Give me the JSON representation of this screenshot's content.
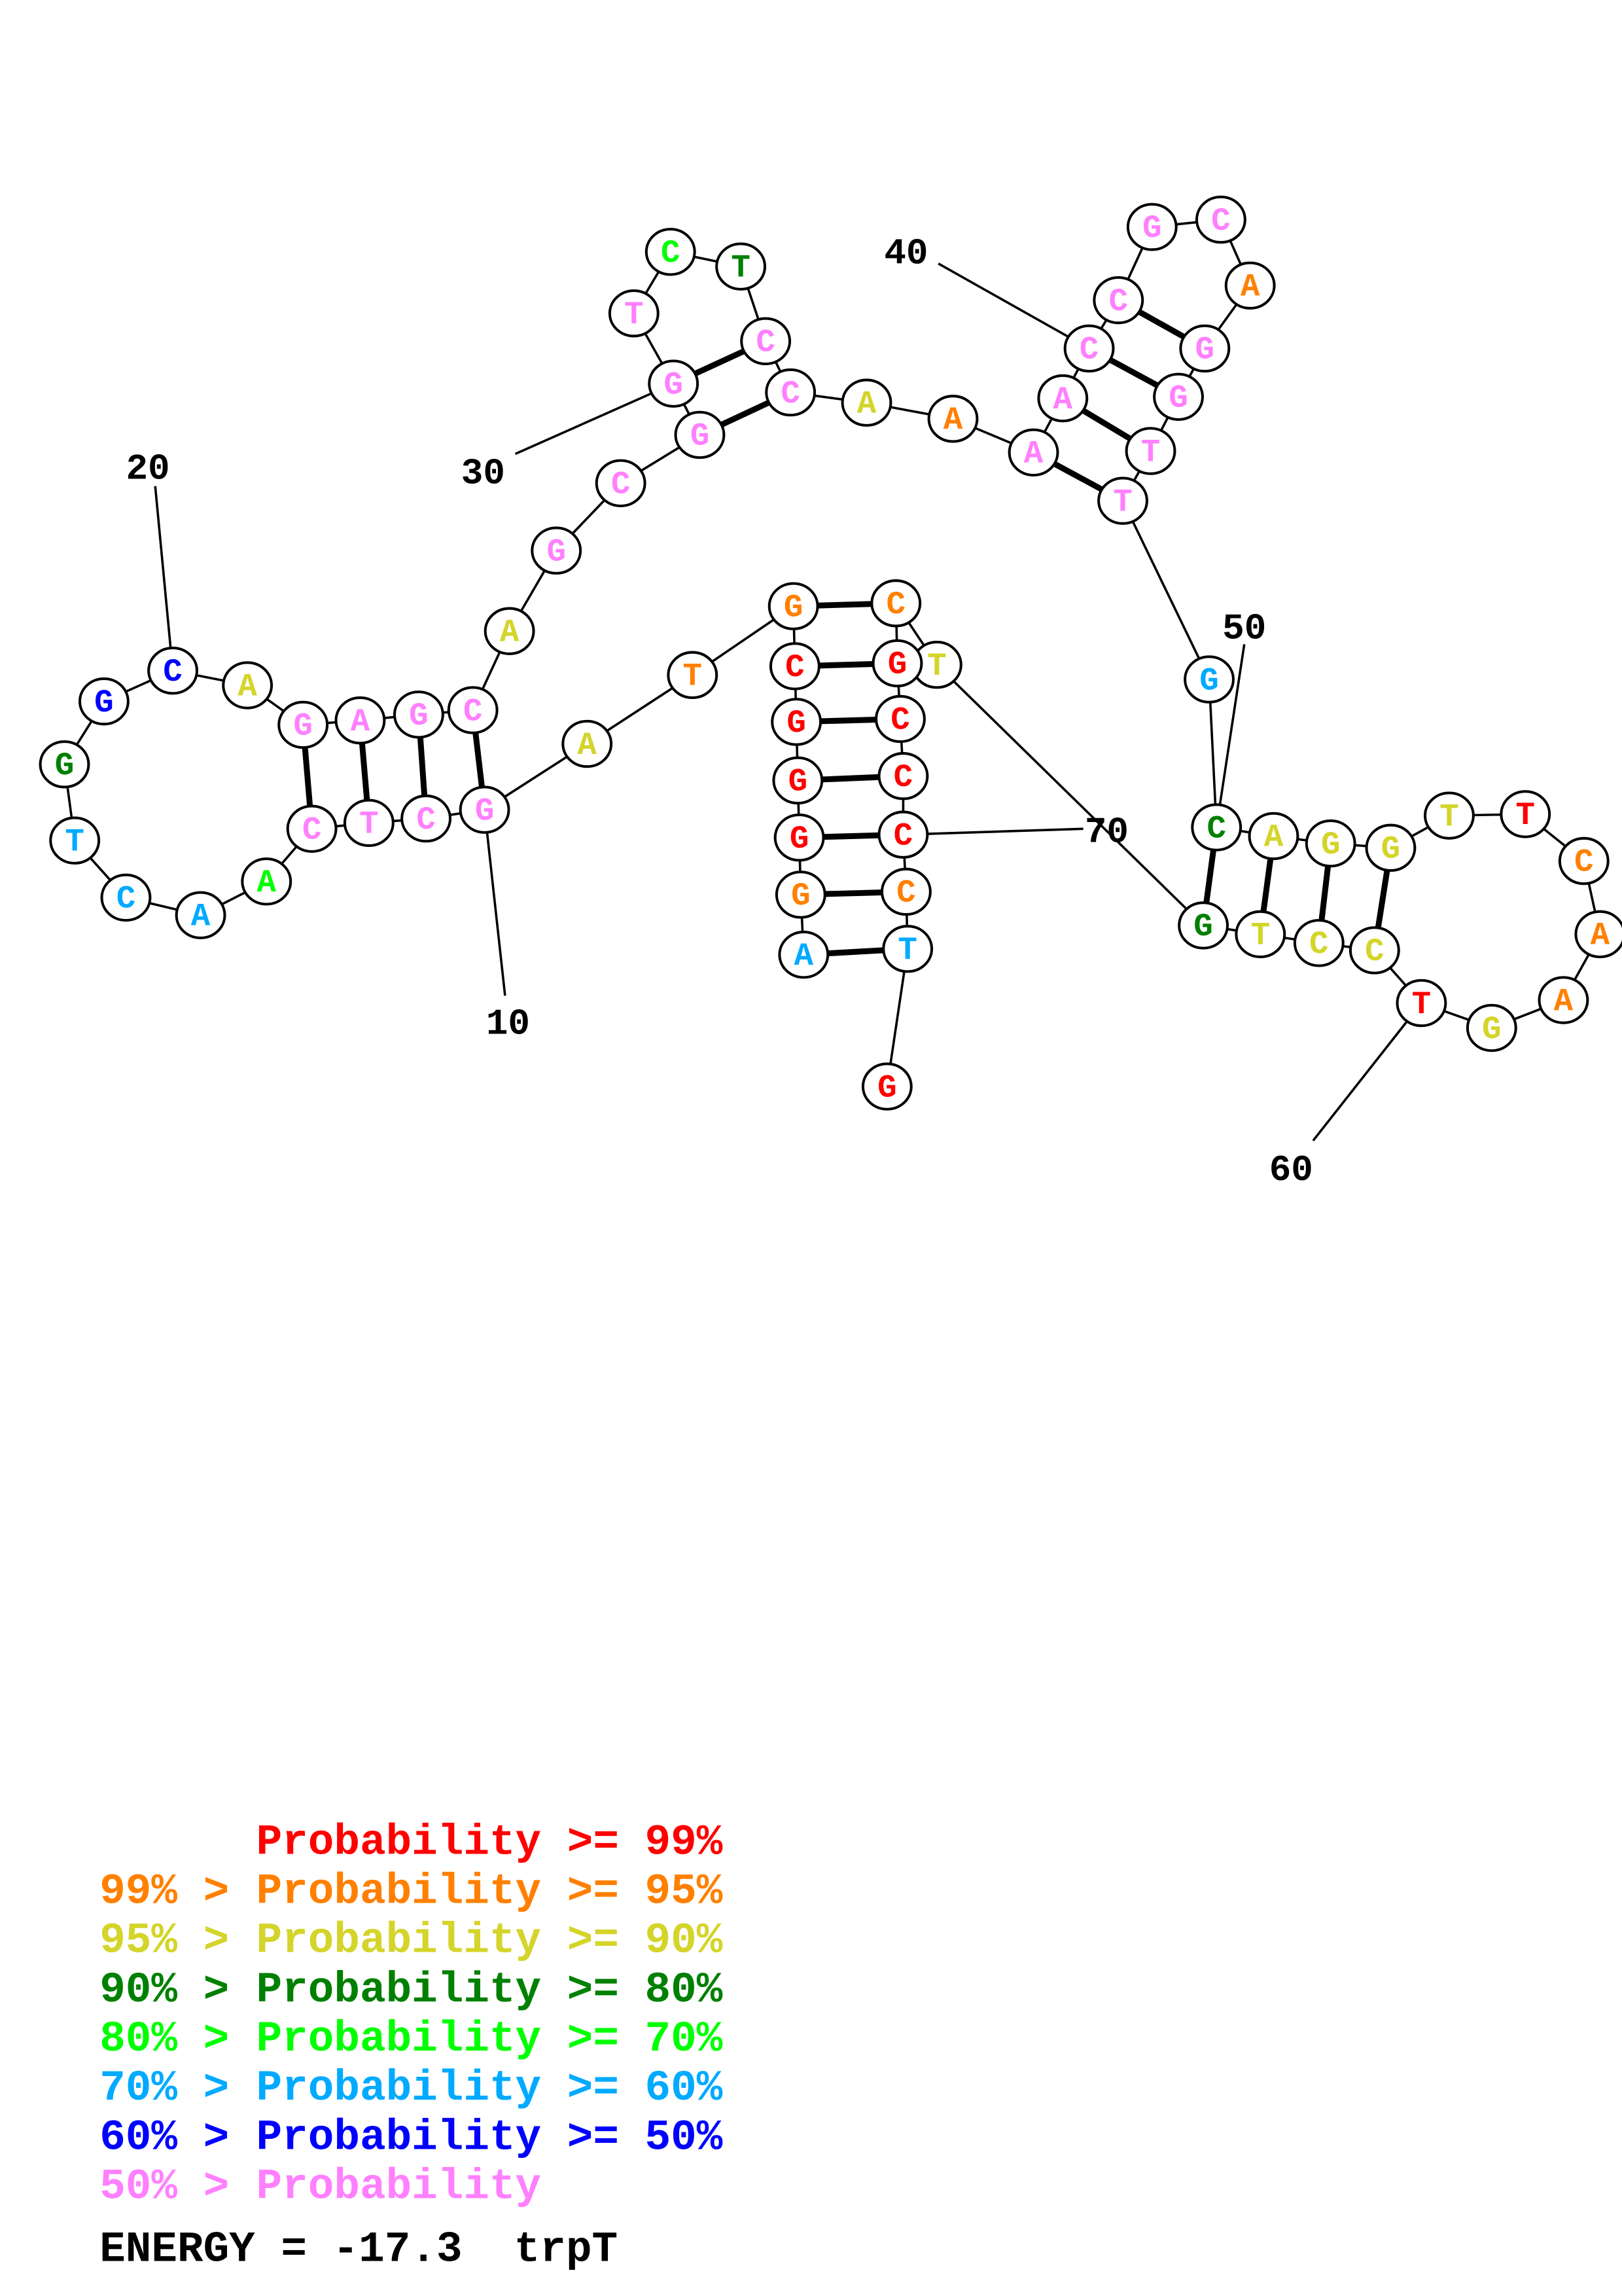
{
  "sequence": "AGGGGCGTAGCTCAACTGGCAGAGCAGCGGTCTCCAAAACCGCAGGTTGCAGGTTCAAGTCCTGTCGCCCCTG",
  "colors": {
    "p99": "#ff0000",
    "p95": "#ff8000",
    "p90": "#d4d42a",
    "p80": "#008000",
    "p70": "#00ff00",
    "p60": "#00aaff",
    "p50": "#0000ff",
    "plow": "#ff80ff"
  },
  "nucleotide_prob_class": [
    "p60",
    "p95",
    "p99",
    "p99",
    "p99",
    "p99",
    "p95",
    "p95",
    "p90",
    "plow",
    "plow",
    "plow",
    "plow",
    "p70",
    "p60",
    "p60",
    "p60",
    "p80",
    "p50",
    "p50",
    "p90",
    "plow",
    "plow",
    "plow",
    "plow",
    "p90",
    "plow",
    "plow",
    "plow",
    "plow",
    "plow",
    "p70",
    "p80",
    "plow",
    "plow",
    "p90",
    "p95",
    "plow",
    "plow",
    "plow",
    "plow",
    "plow",
    "plow",
    "p95",
    "plow",
    "plow",
    "plow",
    "plow",
    "p60",
    "p80",
    "p90",
    "p90",
    "p90",
    "p90",
    "p99",
    "p95",
    "p95",
    "p95",
    "p90",
    "p99",
    "p90",
    "p90",
    "p90",
    "p80",
    "p90",
    "p95",
    "p99",
    "p99",
    "p99",
    "p99",
    "p95",
    "p60",
    "p99"
  ],
  "base_pairs": [
    [
      1,
      72
    ],
    [
      2,
      71
    ],
    [
      3,
      70
    ],
    [
      4,
      69
    ],
    [
      5,
      68
    ],
    [
      6,
      67
    ],
    [
      7,
      66
    ],
    [
      10,
      25
    ],
    [
      11,
      24
    ],
    [
      12,
      23
    ],
    [
      13,
      22
    ],
    [
      29,
      35
    ],
    [
      30,
      34
    ],
    [
      38,
      48
    ],
    [
      39,
      47
    ],
    [
      40,
      46
    ],
    [
      41,
      45
    ],
    [
      50,
      64
    ],
    [
      51,
      63
    ],
    [
      52,
      62
    ],
    [
      53,
      61
    ]
  ],
  "position_labels": [
    "10",
    "20",
    "30",
    "40",
    "50",
    "60",
    "70"
  ],
  "legend": [
    {
      "prefix": "",
      "text": "Probability >= 99%",
      "cls": "p99"
    },
    {
      "prefix": "99% >",
      "text": "Probability >= 95%",
      "cls": "p95"
    },
    {
      "prefix": "95% >",
      "text": "Probability >= 90%",
      "cls": "p90"
    },
    {
      "prefix": "90% >",
      "text": "Probability >= 80%",
      "cls": "p80"
    },
    {
      "prefix": "80% >",
      "text": "Probability >= 70%",
      "cls": "p70"
    },
    {
      "prefix": "70% >",
      "text": "Probability >= 60%",
      "cls": "p60"
    },
    {
      "prefix": "60% >",
      "text": "Probability >= 50%",
      "cls": "p50"
    },
    {
      "prefix": "50% >",
      "text": "Probability",
      "cls": "plow"
    }
  ],
  "energy_line": "ENERGY = -17.3  trpT"
}
